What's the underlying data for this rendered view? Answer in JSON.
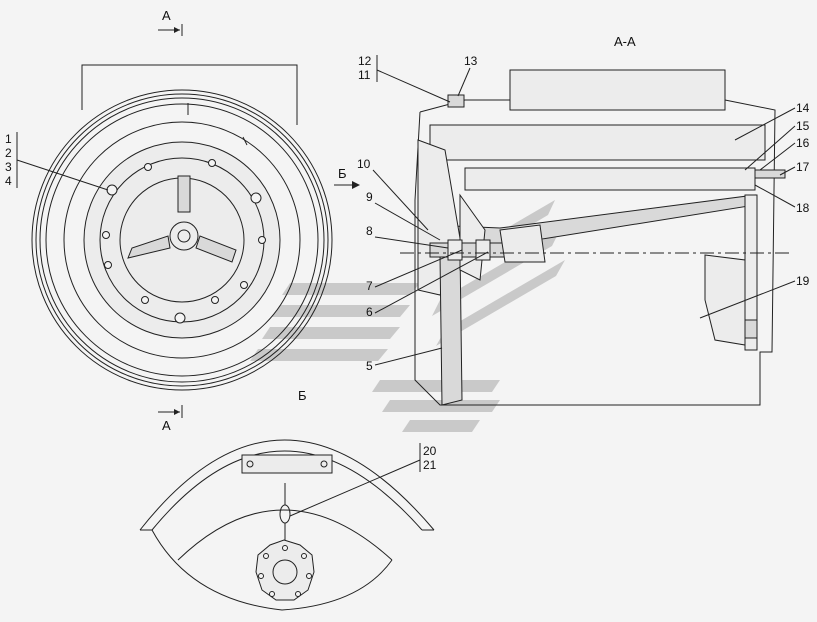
{
  "section_title": "А-А",
  "view_b_title": "Б",
  "arrows": {
    "top_a": "А",
    "bottom_a": "А",
    "b_arrow": "Б"
  },
  "callouts": {
    "group_1_4": [
      "1",
      "2",
      "3",
      "4"
    ],
    "group_12_11": [
      "12",
      "11"
    ],
    "group_20_21": [
      "20",
      "21"
    ],
    "single": [
      "13",
      "14",
      "15",
      "16",
      "17",
      "18",
      "10",
      "9",
      "8",
      "7",
      "6",
      "5",
      "19"
    ]
  },
  "colors": {
    "line": "#222222",
    "background": "#f4f4f4",
    "watermark": "#b8b8b8"
  }
}
